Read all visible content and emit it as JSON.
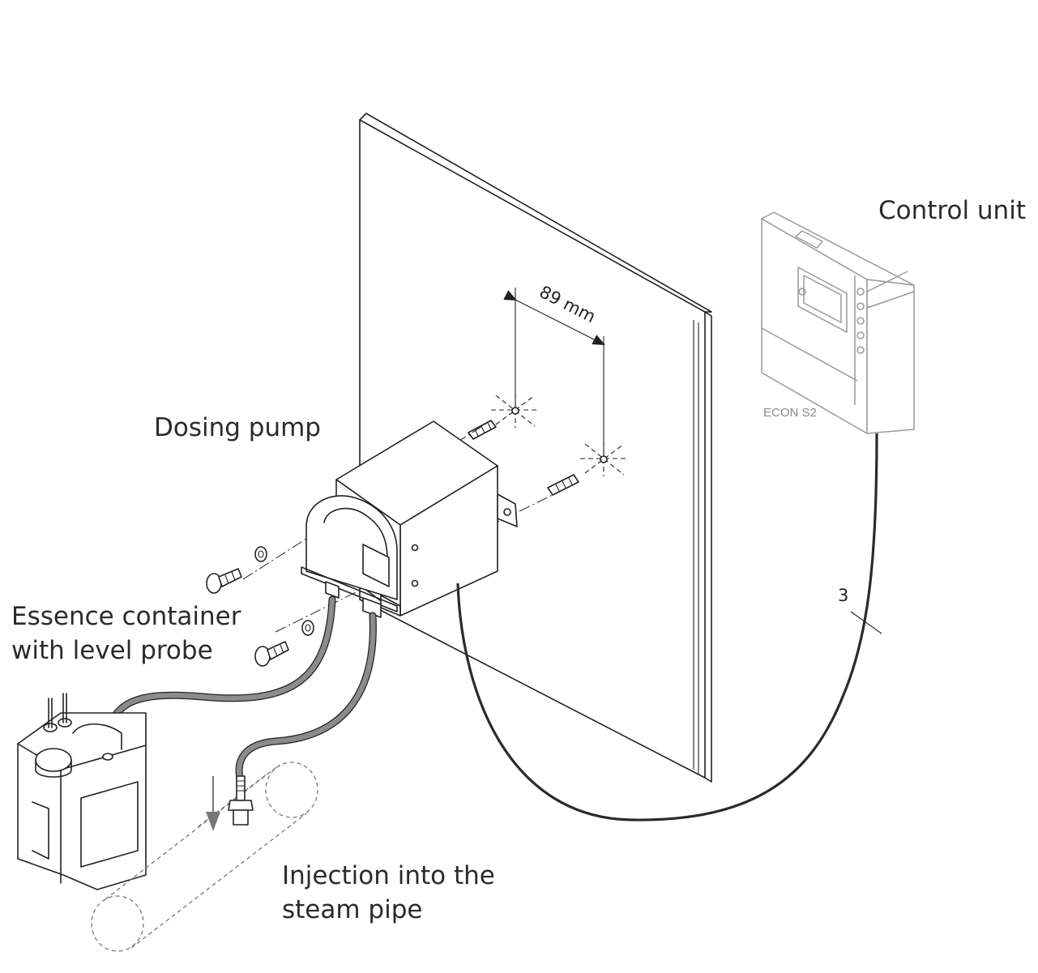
{
  "labels": {
    "control_unit": "Control unit",
    "dosing_pump": "Dosing pump",
    "essence_line1": "Essence container",
    "essence_line2": "with level probe",
    "injection_line1": "Injection into the",
    "injection_line2": "steam pipe",
    "dimension": "89 mm",
    "cable_number": "3",
    "device_model": "ECON S2"
  },
  "colors": {
    "line": "#222222",
    "tube": "#8c8c8c",
    "cable": "#2a2a2a",
    "unit_outline": "#9a9a9a"
  }
}
